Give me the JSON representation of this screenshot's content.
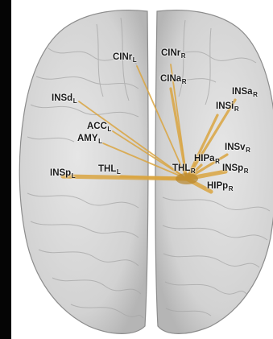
{
  "colors": {
    "brain_fill": "#d9d9d9",
    "brain_edge": "#8c8c8c",
    "gyrus_line": "#a6a6a6",
    "connection": "#d9a441",
    "connection_dark": "#b8862b",
    "background_strip": "#050505"
  },
  "hub_node": "THL_R",
  "nodes": [
    {
      "id": "CINr_L",
      "name": "CINr",
      "side": "L"
    },
    {
      "id": "CINr_R",
      "name": "CINr",
      "side": "R"
    },
    {
      "id": "CINa_R",
      "name": "CINa",
      "side": "R"
    },
    {
      "id": "INSa_R",
      "name": "INSa",
      "side": "R"
    },
    {
      "id": "INSd_L",
      "name": "INSd",
      "side": "L"
    },
    {
      "id": "INSi_R",
      "name": "INSi",
      "side": "R"
    },
    {
      "id": "ACC_L",
      "name": "ACC",
      "side": "L"
    },
    {
      "id": "AMY_L",
      "name": "AMY",
      "side": "L"
    },
    {
      "id": "INSv_R",
      "name": "INSv",
      "side": "R"
    },
    {
      "id": "HIPa_R",
      "name": "HIPa",
      "side": "R"
    },
    {
      "id": "INSp_L",
      "name": "INSp",
      "side": "L"
    },
    {
      "id": "THL_L",
      "name": "THL",
      "side": "L"
    },
    {
      "id": "THL_R",
      "name": "THL",
      "side": "R"
    },
    {
      "id": "INSp_R",
      "name": "INSp",
      "side": "R"
    },
    {
      "id": "HIPp_R",
      "name": "HIPp",
      "side": "R"
    }
  ],
  "connections": [
    {
      "from": "THL_R",
      "to": "INSp_L",
      "strength": 3
    },
    {
      "from": "THL_R",
      "to": "THL_L",
      "strength": 2
    },
    {
      "from": "THL_R",
      "to": "INSd_L",
      "strength": 1
    },
    {
      "from": "THL_R",
      "to": "ACC_L",
      "strength": 1
    },
    {
      "from": "THL_R",
      "to": "AMY_L",
      "strength": 1
    },
    {
      "from": "THL_R",
      "to": "CINr_L",
      "strength": 1
    },
    {
      "from": "THL_R",
      "to": "CINr_R",
      "strength": 1
    },
    {
      "from": "THL_R",
      "to": "CINa_R",
      "strength": 2
    },
    {
      "from": "THL_R",
      "to": "INSa_R",
      "strength": 2
    },
    {
      "from": "THL_R",
      "to": "INSi_R",
      "strength": 2
    },
    {
      "from": "THL_R",
      "to": "INSv_R",
      "strength": 2
    },
    {
      "from": "THL_R",
      "to": "HIPa_R",
      "strength": 2
    },
    {
      "from": "THL_R",
      "to": "INSp_R",
      "strength": 3
    },
    {
      "from": "THL_R",
      "to": "HIPp_R",
      "strength": 3
    }
  ]
}
